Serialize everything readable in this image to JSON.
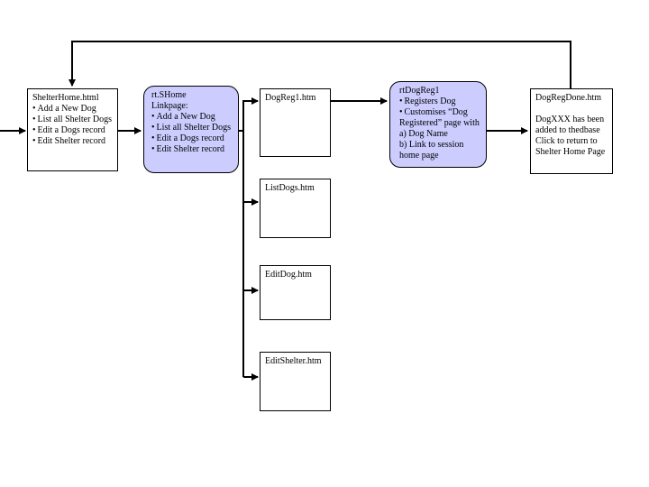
{
  "colors": {
    "process_fill": "#ccccff",
    "line": "#000000",
    "page_fill": "#ffffff"
  },
  "shelter_home": {
    "title": "ShelterHome.html",
    "items": [
      "Add a New Dog",
      "List all Shelter Dogs",
      "Edit a Dogs record",
      "Edit Shelter record"
    ]
  },
  "rt_shome": {
    "title": "rt.SHome",
    "subtitle": "Linkpage:",
    "items": [
      "Add a New Dog",
      "List all Shelter Dogs",
      "Edit a Dogs record",
      "Edit Shelter record"
    ]
  },
  "dog_reg1": {
    "title": "DogReg1.htm"
  },
  "list_dogs": {
    "title": "ListDogs.htm"
  },
  "edit_dog": {
    "title": "EditDog.htm"
  },
  "edit_shelter": {
    "title": "EditShelter.htm"
  },
  "rt_dog_reg1": {
    "title": "rtDogReg1",
    "items": [
      "Registers Dog",
      "Customises “Dog Registered” page with"
    ],
    "sub_a": "a) Dog Name",
    "sub_b": "b) Link to session home page"
  },
  "dog_reg_done": {
    "title": "DogRegDone.htm",
    "line1": "DogXXX has been",
    "line2": "added to thedbase",
    "line3": "Click to return to",
    "line4": "Shelter Home Page"
  }
}
